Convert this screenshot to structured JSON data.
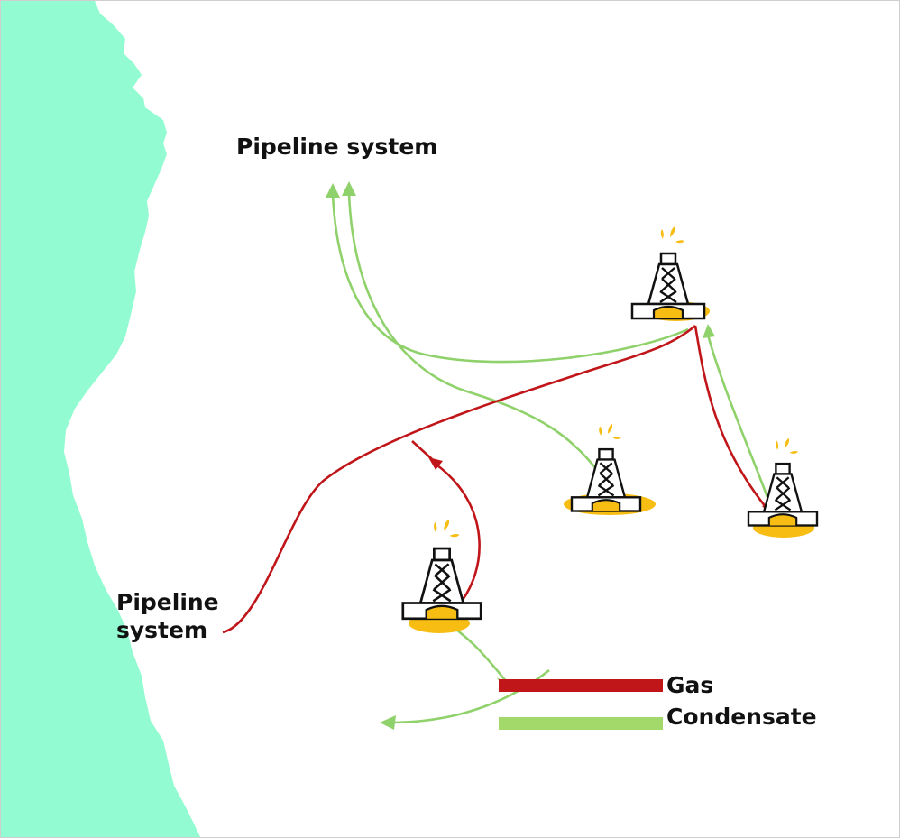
{
  "labels": {
    "pipeline_north": "Pipeline system",
    "pipeline_west": "Pipeline system"
  },
  "legend": {
    "items": [
      {
        "name": "Gas",
        "color": "#c0161a"
      },
      {
        "name": "Condensate",
        "color": "#a3d86a"
      }
    ]
  },
  "colors": {
    "coast": "#93fbd1",
    "gas": "#c0161a",
    "condensate": "#8fd16a",
    "platform_outline": "#111111",
    "platform_base": "#f7bd12",
    "flare": "#f7bd12"
  },
  "icons": [
    "oil-platform-icon",
    "arrowhead-icon"
  ]
}
